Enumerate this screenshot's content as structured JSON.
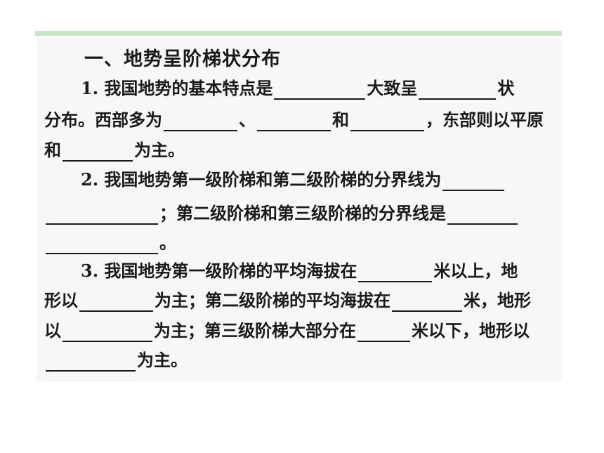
{
  "heading": "一、地势呈阶梯状分布",
  "q1": {
    "l1a": "1. 我国地势的基本特点是",
    "l1b": "大致呈",
    "l1c": "状",
    "l2a": "分布。西部多为",
    "l2b": "、",
    "l2c": "和",
    "l2d": "，东部则以平原",
    "l3a": "和",
    "l3b": "为主。"
  },
  "q2": {
    "l1a": "2. 我国地势第一级阶梯和第二级阶梯的分界线为",
    "l2a": "；第二级阶梯和第三级阶梯的分界线是",
    "l3a": "。"
  },
  "q3": {
    "l1a": "3. 我国地势第一级阶梯的平均海拔在",
    "l1b": "米以上，地",
    "l2a": "形以",
    "l2b": "为主；第二级阶梯的平均海拔在",
    "l2c": "米，地形",
    "l3a": "以",
    "l3b": "为主；第三级阶梯大部分在",
    "l3c": "米以下，地形以",
    "l4a": "为主。"
  }
}
